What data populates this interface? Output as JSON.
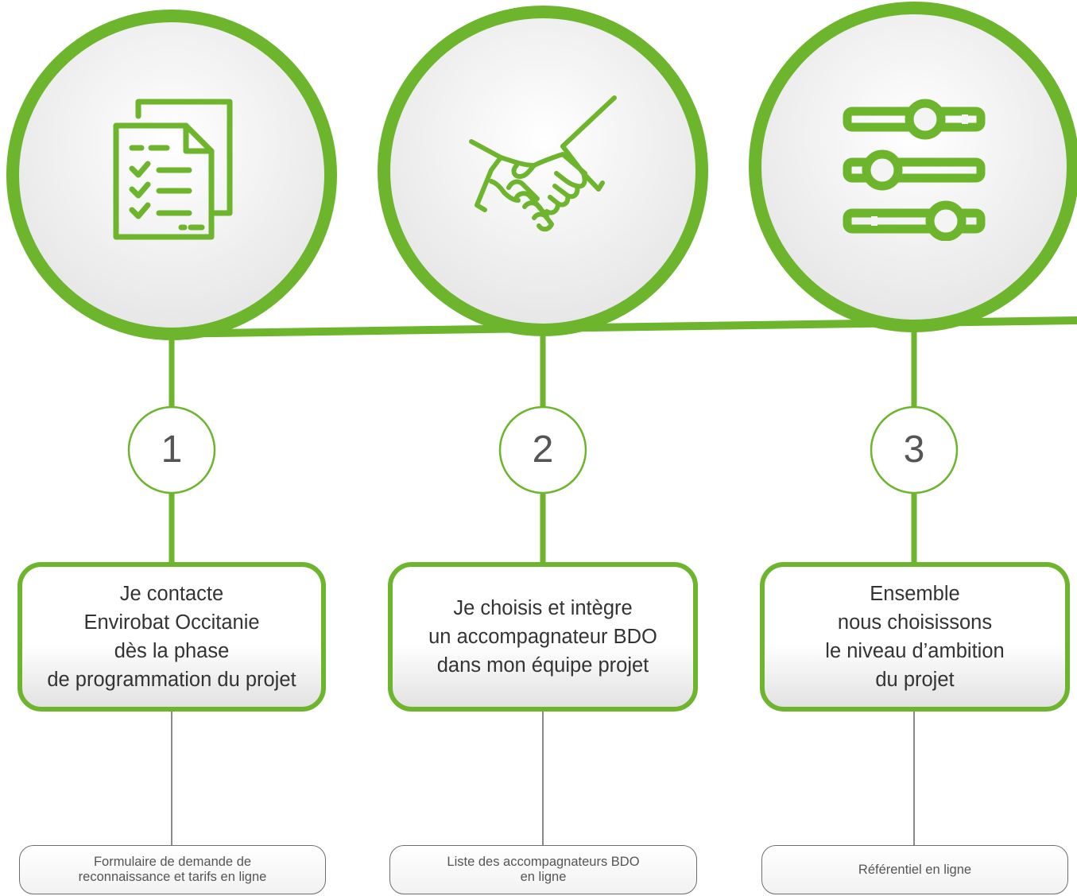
{
  "colors": {
    "accent": "#6cb52d",
    "circle_fill": "#efefef",
    "text": "#333333",
    "link_border": "#6e6e6e"
  },
  "steps": [
    {
      "number": "1",
      "icon": "checklist-documents-icon",
      "description_lines": [
        "Je contacte",
        "Envirobat Occitanie",
        "dès la phase",
        "de programmation du projet"
      ],
      "link_lines": [
        "Formulaire de demande de",
        "reconnaissance et tarifs en ligne"
      ]
    },
    {
      "number": "2",
      "icon": "handshake-icon",
      "description_lines": [
        "Je choisis et intègre",
        "un accompagnateur BDO",
        "dans mon équipe projet"
      ],
      "link_lines": [
        "Liste des accompagnateurs BDO",
        "en ligne"
      ]
    },
    {
      "number": "3",
      "icon": "sliders-settings-icon",
      "description_lines": [
        "Ensemble",
        "nous choisissons",
        "le niveau d’ambition",
        "du projet"
      ],
      "link_lines": [
        "Référentiel en ligne"
      ]
    }
  ]
}
